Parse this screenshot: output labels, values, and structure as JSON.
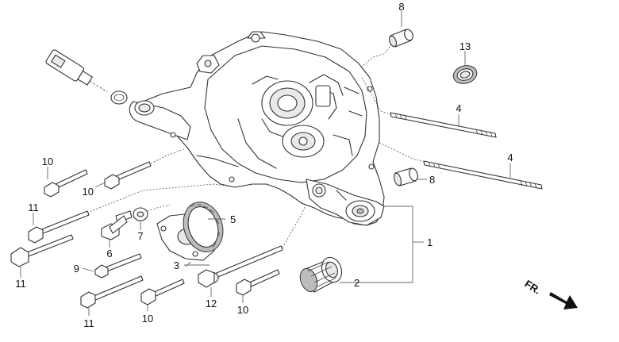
{
  "diagram": {
    "callouts": [
      {
        "id": "c8a",
        "text": "8"
      },
      {
        "id": "c13",
        "text": "13"
      },
      {
        "id": "c4a",
        "text": "4"
      },
      {
        "id": "c4b",
        "text": "4"
      },
      {
        "id": "c8b",
        "text": "8"
      },
      {
        "id": "c1",
        "text": "1"
      },
      {
        "id": "c2",
        "text": "2"
      },
      {
        "id": "c5",
        "text": "5"
      },
      {
        "id": "c7",
        "text": "7"
      },
      {
        "id": "c6",
        "text": "6"
      },
      {
        "id": "c3",
        "text": "3"
      },
      {
        "id": "c9",
        "text": "9"
      },
      {
        "id": "c10a",
        "text": "10"
      },
      {
        "id": "c10b",
        "text": "10"
      },
      {
        "id": "c11a",
        "text": "11"
      },
      {
        "id": "c11b",
        "text": "11"
      },
      {
        "id": "c11c",
        "text": "11"
      },
      {
        "id": "c10c",
        "text": "10"
      },
      {
        "id": "c12",
        "text": "12"
      },
      {
        "id": "c10d",
        "text": "10"
      }
    ],
    "direction_label": "FR."
  }
}
